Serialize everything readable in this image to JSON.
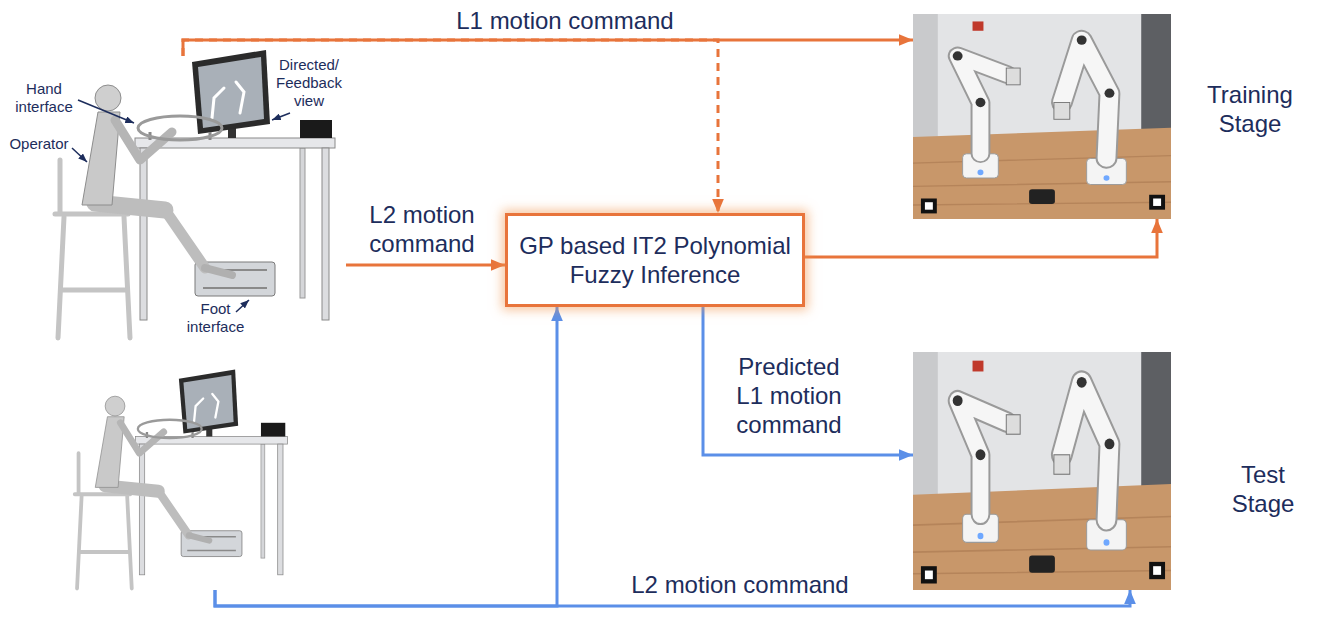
{
  "diagram": {
    "nodes": [
      {
        "text": [
          "Hand interface",
          "Directed/ Feedback view",
          "Operator",
          "Foot interface"
        ]
      },
      {
        "text": [
          "Training Stage"
        ]
      },
      {
        "text": [
          "GP based IT2 Polynomial Fuzzy Inference"
        ]
      },
      {
        "text": [
          "Test Stage"
        ]
      },
      {
        "text": []
      }
    ],
    "edges": [
      {
        "from": 0,
        "to": 1,
        "arrow": "to",
        "label": "L1 motion command"
      },
      {
        "from": 0,
        "to": 2,
        "arrow": "to"
      },
      {
        "from": 0,
        "to": 2,
        "arrow": "to",
        "label": "L2 motion command"
      },
      {
        "from": 2,
        "to": 1,
        "arrow": "to"
      },
      {
        "from": 2,
        "to": 3,
        "arrow": "to",
        "label": "Predicted L1 motion command"
      },
      {
        "from": 4,
        "to": 3,
        "arrow": "to",
        "label": "L2 motion command"
      },
      {
        "from": 4,
        "to": 2,
        "arrow": "to"
      }
    ]
  }
}
